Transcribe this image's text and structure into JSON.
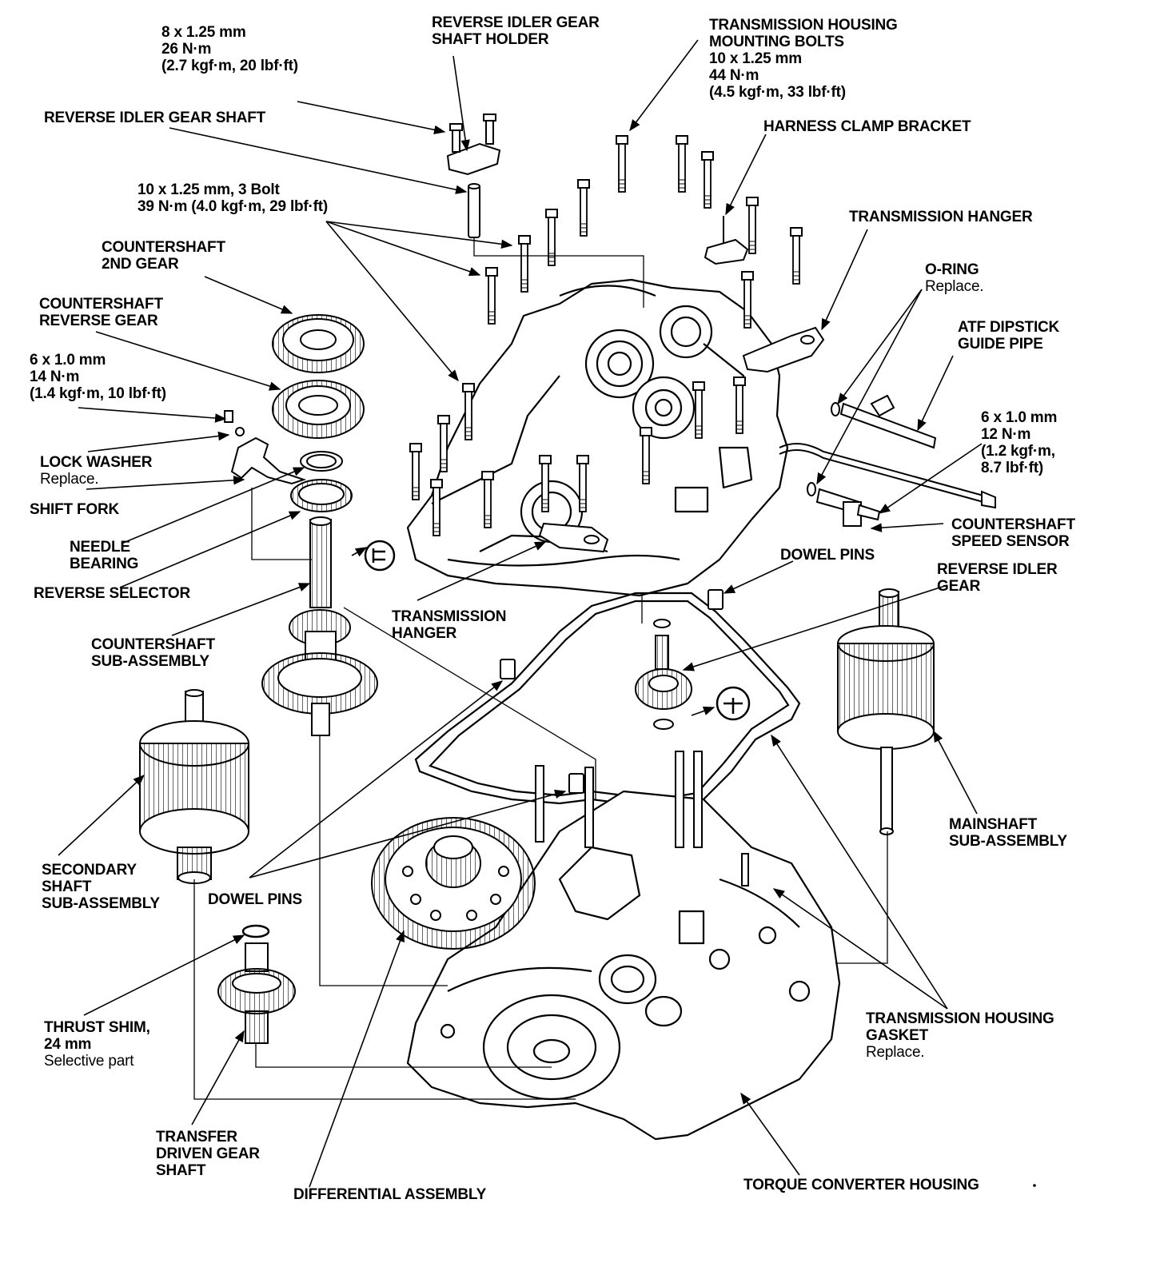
{
  "labels": {
    "bolt_8x125": {
      "line1": "8 x 1.25 mm",
      "line2": "26 N·m",
      "line3": "(2.7 kgf·m, 20 lbf·ft)"
    },
    "reverse_idler_gear_shaft_holder": {
      "line1": "REVERSE IDLER GEAR",
      "line2": "SHAFT HOLDER"
    },
    "transmission_housing_mounting_bolts": {
      "line1": "TRANSMISSION HOUSING",
      "line2": "MOUNTING BOLTS",
      "line3": "10 x 1.25 mm",
      "line4": "44 N·m",
      "line5": "(4.5 kgf·m, 33 lbf·ft)"
    },
    "reverse_idler_gear_shaft": "REVERSE IDLER GEAR SHAFT",
    "harness_clamp_bracket": "HARNESS CLAMP BRACKET",
    "bolt_10x125_3bolt": {
      "line1": "10 x 1.25 mm, 3 Bolt",
      "line2": "39 N·m (4.0 kgf·m, 29 lbf·ft)"
    },
    "transmission_hanger_top": "TRANSMISSION HANGER",
    "countershaft_2nd_gear": {
      "line1": "COUNTERSHAFT",
      "line2": "2ND GEAR"
    },
    "o_ring": {
      "line1": "O-RING",
      "line2": "Replace."
    },
    "countershaft_reverse_gear": {
      "line1": "COUNTERSHAFT",
      "line2": "REVERSE GEAR"
    },
    "atf_dipstick_guide_pipe": {
      "line1": "ATF DIPSTICK",
      "line2": "GUIDE PIPE"
    },
    "bolt_6x10_14": {
      "line1": "6 x 1.0 mm",
      "line2": "14 N·m",
      "line3": "(1.4 kgf·m, 10 lbf·ft)"
    },
    "bolt_6x10_12": {
      "line1": "6 x 1.0 mm",
      "line2": "12 N·m",
      "line3": "(1.2 kgf·m,",
      "line4": "8.7 lbf·ft)"
    },
    "lock_washer": {
      "line1": "LOCK WASHER",
      "line2": "Replace."
    },
    "shift_fork": "SHIFT FORK",
    "countershaft_speed_sensor": {
      "line1": "COUNTERSHAFT",
      "line2": "SPEED SENSOR"
    },
    "needle_bearing": {
      "line1": "NEEDLE",
      "line2": "BEARING"
    },
    "dowel_pins_right": "DOWEL PINS",
    "reverse_idler_gear": {
      "line1": "REVERSE IDLER",
      "line2": "GEAR"
    },
    "reverse_selector": "REVERSE SELECTOR",
    "transmission_hanger_mid": {
      "line1": "TRANSMISSION",
      "line2": "HANGER"
    },
    "countershaft_sub_assembly": {
      "line1": "COUNTERSHAFT",
      "line2": "SUB-ASSEMBLY"
    },
    "mainshaft_sub_assembly": {
      "line1": "MAINSHAFT",
      "line2": "SUB-ASSEMBLY"
    },
    "secondary_shaft_sub_assembly": {
      "line1": "SECONDARY",
      "line2": "SHAFT",
      "line3": "SUB-ASSEMBLY"
    },
    "dowel_pins_left": "DOWEL PINS",
    "thrust_shim": {
      "line1": "THRUST SHIM,",
      "line2": "24 mm",
      "line3": "Selective part"
    },
    "transmission_housing_gasket": {
      "line1": "TRANSMISSION HOUSING",
      "line2": "GASKET",
      "line3": "Replace."
    },
    "transfer_driven_gear_shaft": {
      "line1": "TRANSFER",
      "line2": "DRIVEN GEAR",
      "line3": "SHAFT"
    },
    "torque_converter_housing": "TORQUE CONVERTER HOUSING",
    "differential_assembly": "DIFFERENTIAL ASSEMBLY"
  },
  "colors": {
    "ink": "#000000",
    "paper": "#ffffff"
  }
}
